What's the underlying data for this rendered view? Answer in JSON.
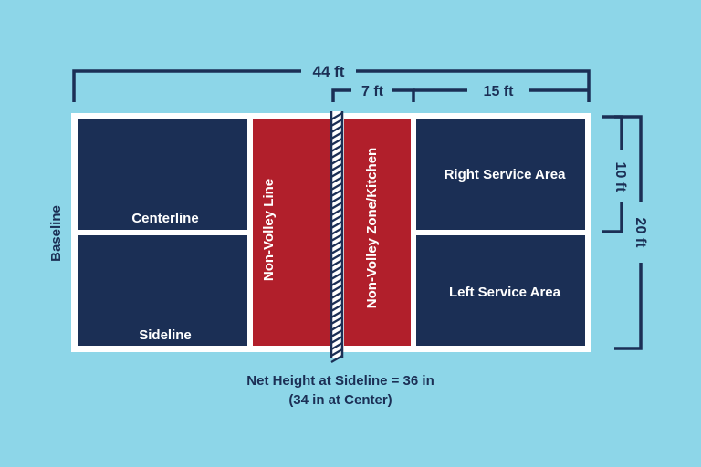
{
  "dimensions": {
    "total_length": "44 ft",
    "kitchen_length": "7 ft",
    "service_length": "15 ft",
    "service_width": "10 ft",
    "total_width": "20 ft"
  },
  "labels": {
    "baseline": "Baseline",
    "centerline": "Centerline",
    "sideline": "Sideline",
    "non_volley_line": "Non-Volley Line",
    "kitchen": "Non-Volley Zone/Kitchen",
    "right_service": "Right Service Area",
    "left_service": "Left Service Area"
  },
  "net": {
    "height_line1": "Net Height at Sideline = 36 in",
    "height_line2": "(34 in at Center)"
  },
  "colors": {
    "background": "#8dd6e8",
    "service_area": "#1b2f55",
    "kitchen": "#b11f2b",
    "lines": "#ffffff",
    "text_dark": "#1b2f55"
  }
}
